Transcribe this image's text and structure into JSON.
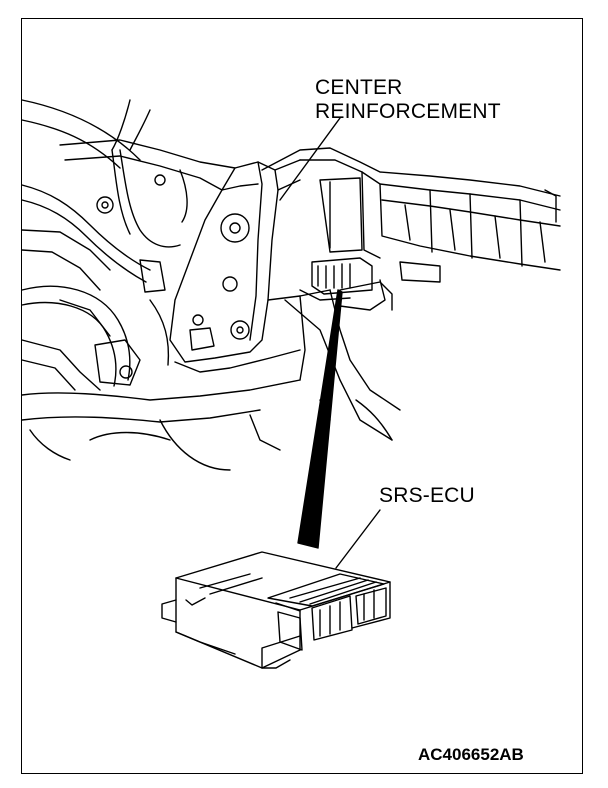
{
  "labels": {
    "center_line1": "CENTER",
    "center_line2": "REINFORCEMENT",
    "srs_ecu": "SRS-ECU",
    "figure_code": "AC406652AB"
  },
  "colors": {
    "ink": "#000000",
    "paper": "#ffffff"
  }
}
